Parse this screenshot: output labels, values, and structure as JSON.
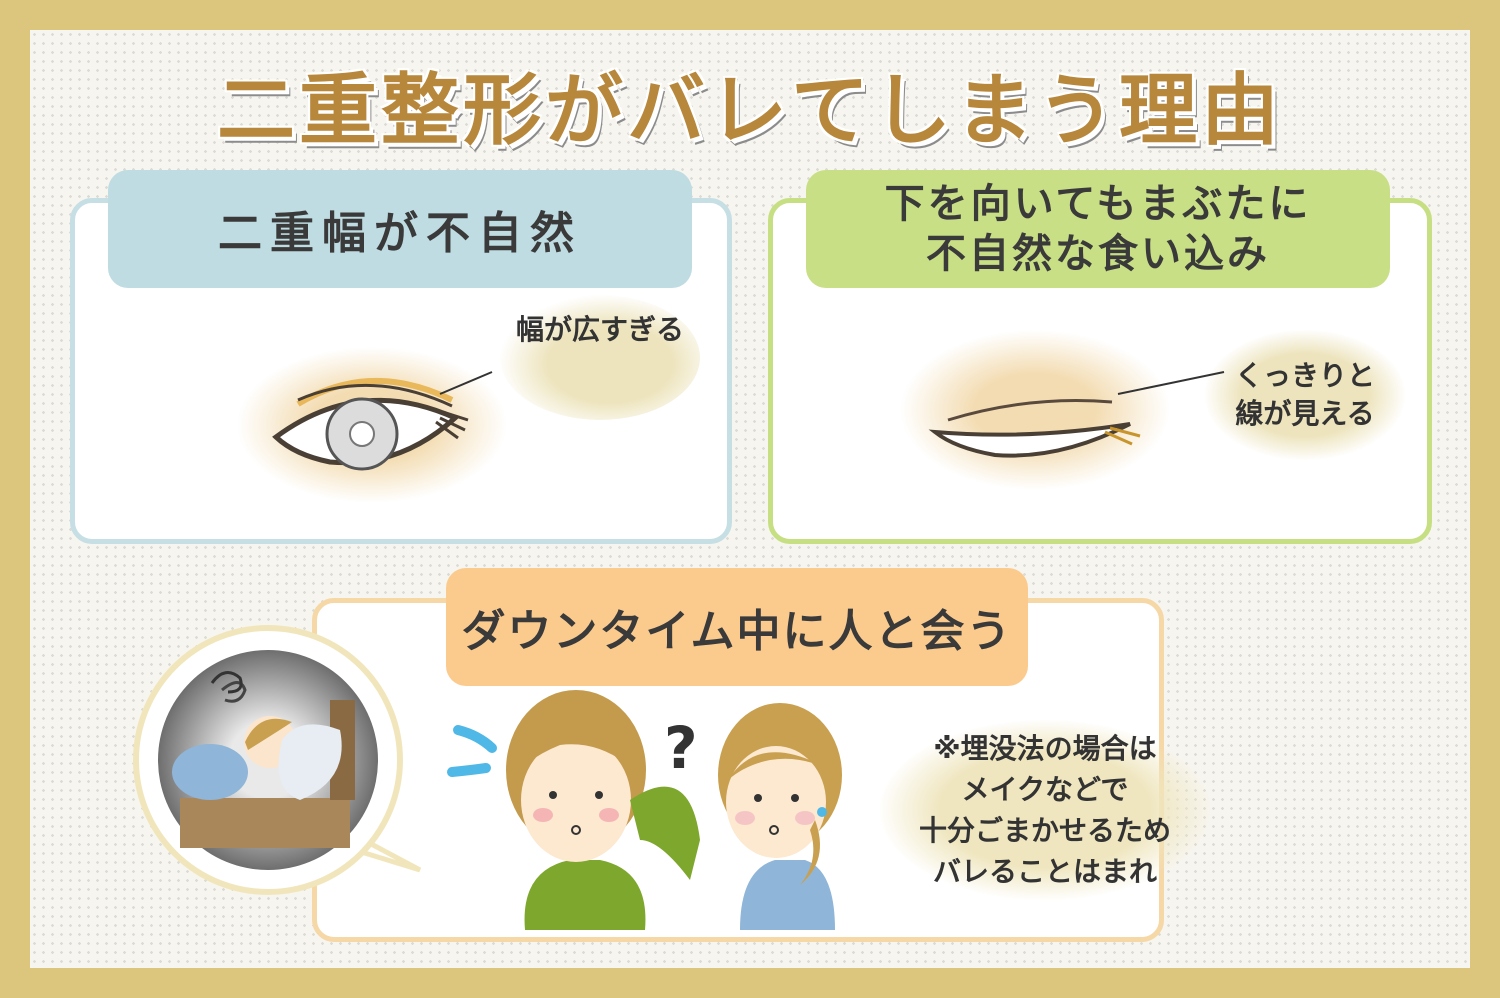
{
  "title": "二重整形がバレてしまう理由",
  "panels": {
    "width_label": "二重幅が不自然",
    "width_note": "幅が広すぎる",
    "lookdown_label_line1": "下を向いてもまぶたに",
    "lookdown_label_line2": "不自然な食い込み",
    "lookdown_note_line1": "くっきりと",
    "lookdown_note_line2": "線が見える",
    "downtime_label": "ダウンタイム中に人と会う",
    "downtime_note_line1": "※埋没法の場合は",
    "downtime_note_line2": "メイクなどで",
    "downtime_note_line3": "十分ごまかせるため",
    "downtime_note_line4": "バレることはまれ"
  },
  "colors": {
    "frame": "#dcc57c",
    "title": "#b7873b",
    "blue_panel": "#bfdce2",
    "green_panel": "#c8df85",
    "orange_panel": "#fbcb8e"
  },
  "icons": [
    "open-eye-icon",
    "closed-eye-icon",
    "sleeping-woman-icon",
    "worried-woman-icon",
    "woman-icon",
    "question-mark-icon",
    "sweat-drops-icon",
    "dizzy-swirl-icon"
  ]
}
